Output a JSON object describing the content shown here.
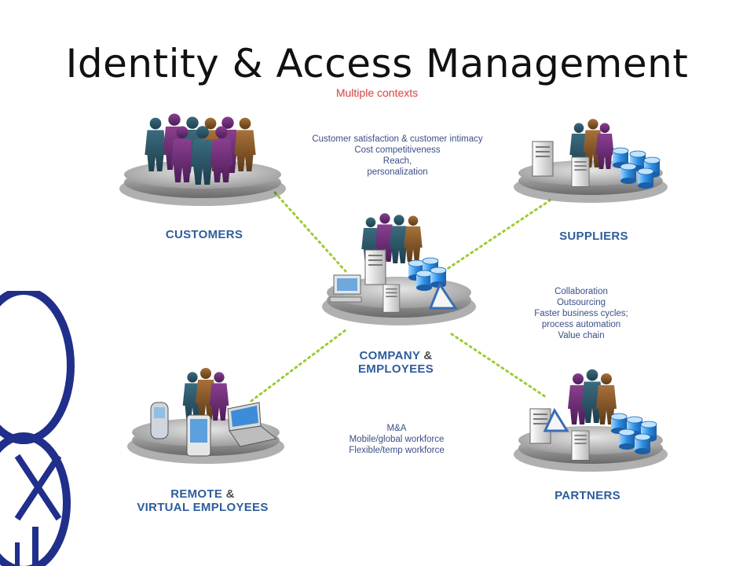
{
  "slide": {
    "title": "Identity & Access Management",
    "subtitle": "Multiple contexts"
  },
  "nodes": {
    "customers": {
      "label": "CUSTOMERS"
    },
    "suppliers": {
      "label": "SUPPLIERS"
    },
    "company": {
      "line1": "COMPANY",
      "amp": "&",
      "line2": "EMPLOYEES"
    },
    "remote": {
      "line1": "REMOTE",
      "amp": "&",
      "line2": "VIRTUAL EMPLOYEES"
    },
    "partners": {
      "label": "PARTNERS"
    }
  },
  "notes": {
    "customers": [
      "Customer satisfaction & customer intimacy",
      "Cost competitiveness",
      "Reach,",
      "personalization"
    ],
    "suppliers": [
      "Collaboration",
      "Outsourcing",
      "Faster business cycles;",
      "process automation",
      "Value chain"
    ],
    "remote": [
      "M&A",
      "Mobile/global workforce",
      "Flexible/temp workforce"
    ]
  },
  "colors": {
    "label": "#2e5d9b",
    "note": "#3a4f86",
    "subtitle": "#d9534f",
    "connector": "#9acd32",
    "logo": "#1f2f8a",
    "platform": "#8a8a8a"
  },
  "icons": [
    "people-group-icon",
    "server-icon",
    "database-icon",
    "desktop-icon",
    "pda-icon",
    "mobile-phone-icon",
    "laptop-icon",
    "logo-icon"
  ]
}
